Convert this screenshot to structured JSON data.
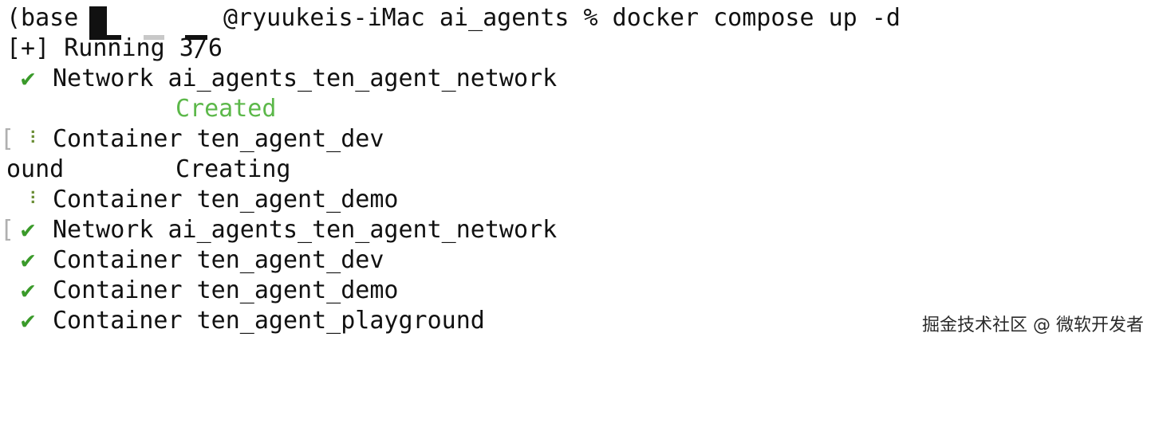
{
  "terminal": {
    "prompt": {
      "prefix": "(base",
      "host": "@ryuukeis-iMac ai_agents % docker compose up -d"
    },
    "running": "[+] Running 3/6",
    "lines": [
      {
        "bracket": "",
        "mark": "✔",
        "text": "Network ai_agents_ten_agent_network"
      },
      {
        "status": "Created"
      },
      {
        "bracket": "[",
        "mark": "⠸",
        "text": "Container ten_agent_dev"
      },
      {
        "left": "ound",
        "status": "Creating"
      },
      {
        "bracket": "",
        "mark": "⠸",
        "text": "Container ten_agent_demo"
      },
      {
        "bracket": "[",
        "mark": "✔",
        "text": "Network ai_agents_ten_agent_network"
      },
      {
        "bracket": "",
        "mark": "✔",
        "text": "Container ten_agent_dev"
      },
      {
        "bracket": "",
        "mark": "✔",
        "text": "Container ten_agent_demo"
      },
      {
        "bracket": "",
        "mark": "✔",
        "text": "Container ten_agent_playground"
      }
    ]
  },
  "watermark": "掘金技术社区 @ 微软开发者",
  "colors": {
    "background": "#ffffff",
    "text": "#111111",
    "status_green": "#5cb84a",
    "check_green": "#3a9a2a"
  }
}
